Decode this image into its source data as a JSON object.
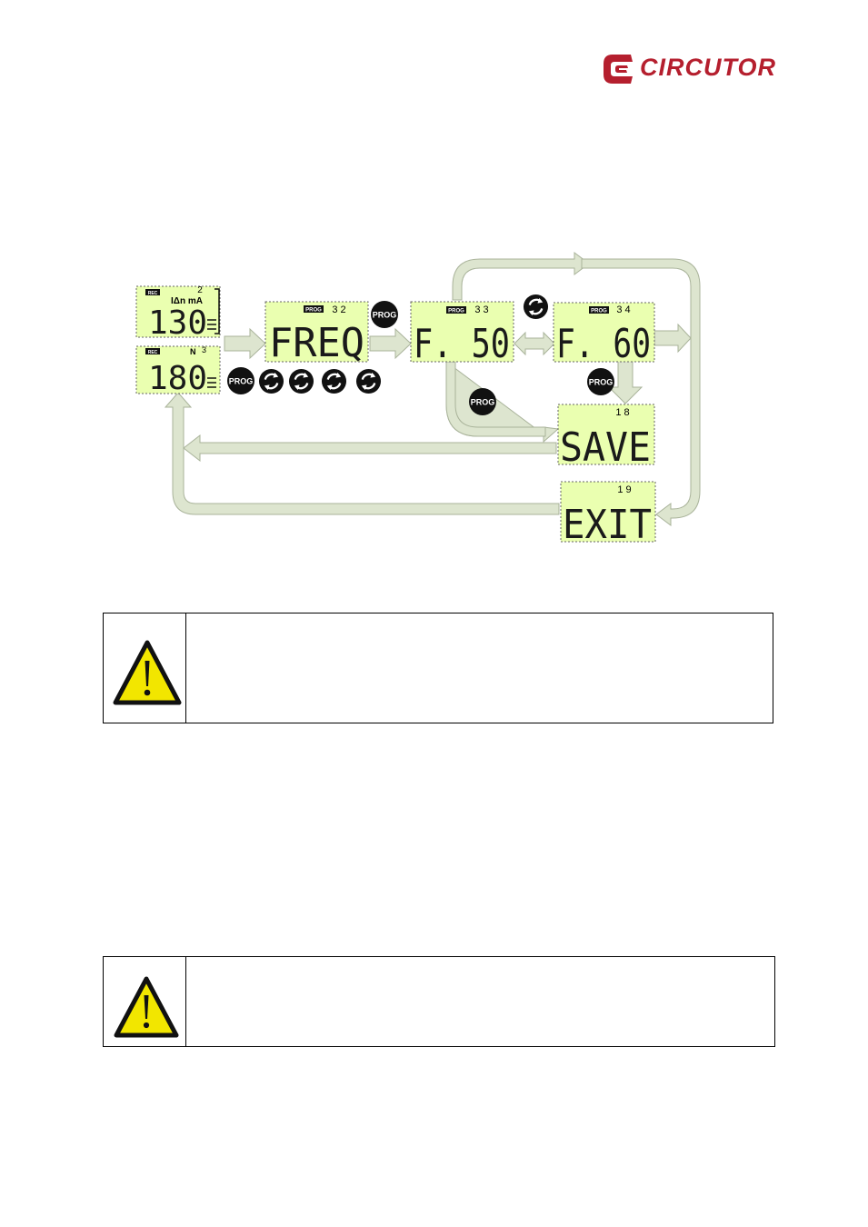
{
  "brand": {
    "name": "CIRCUTOR",
    "color": "#b51f2e"
  },
  "diagram": {
    "lcd_color": "#eaffb0",
    "arrow_color": "#dde5cf",
    "screens": {
      "s130": {
        "main": "130",
        "tag": "REC",
        "idx": "2",
        "unit": "IΔn mA"
      },
      "s180": {
        "main": "180",
        "tag": "REC",
        "idx": "3",
        "unit": "N"
      },
      "freq": {
        "main": "FREQ",
        "tag": "PROG",
        "idx": "3 2"
      },
      "f50": {
        "main": "F. 50",
        "tag": "PROG",
        "idx": "3 3"
      },
      "f60": {
        "main": "F. 60",
        "tag": "PROG",
        "idx": "3 4"
      },
      "save": {
        "main": "SAVE",
        "idx": "1 8"
      },
      "exit": {
        "main": "EXIT",
        "idx": "1 9"
      }
    },
    "button_label": "PROG",
    "button_icon": "rotate-icon"
  },
  "warnings": [
    {
      "icon": "warning-triangle-icon"
    },
    {
      "icon": "warning-triangle-icon"
    }
  ]
}
